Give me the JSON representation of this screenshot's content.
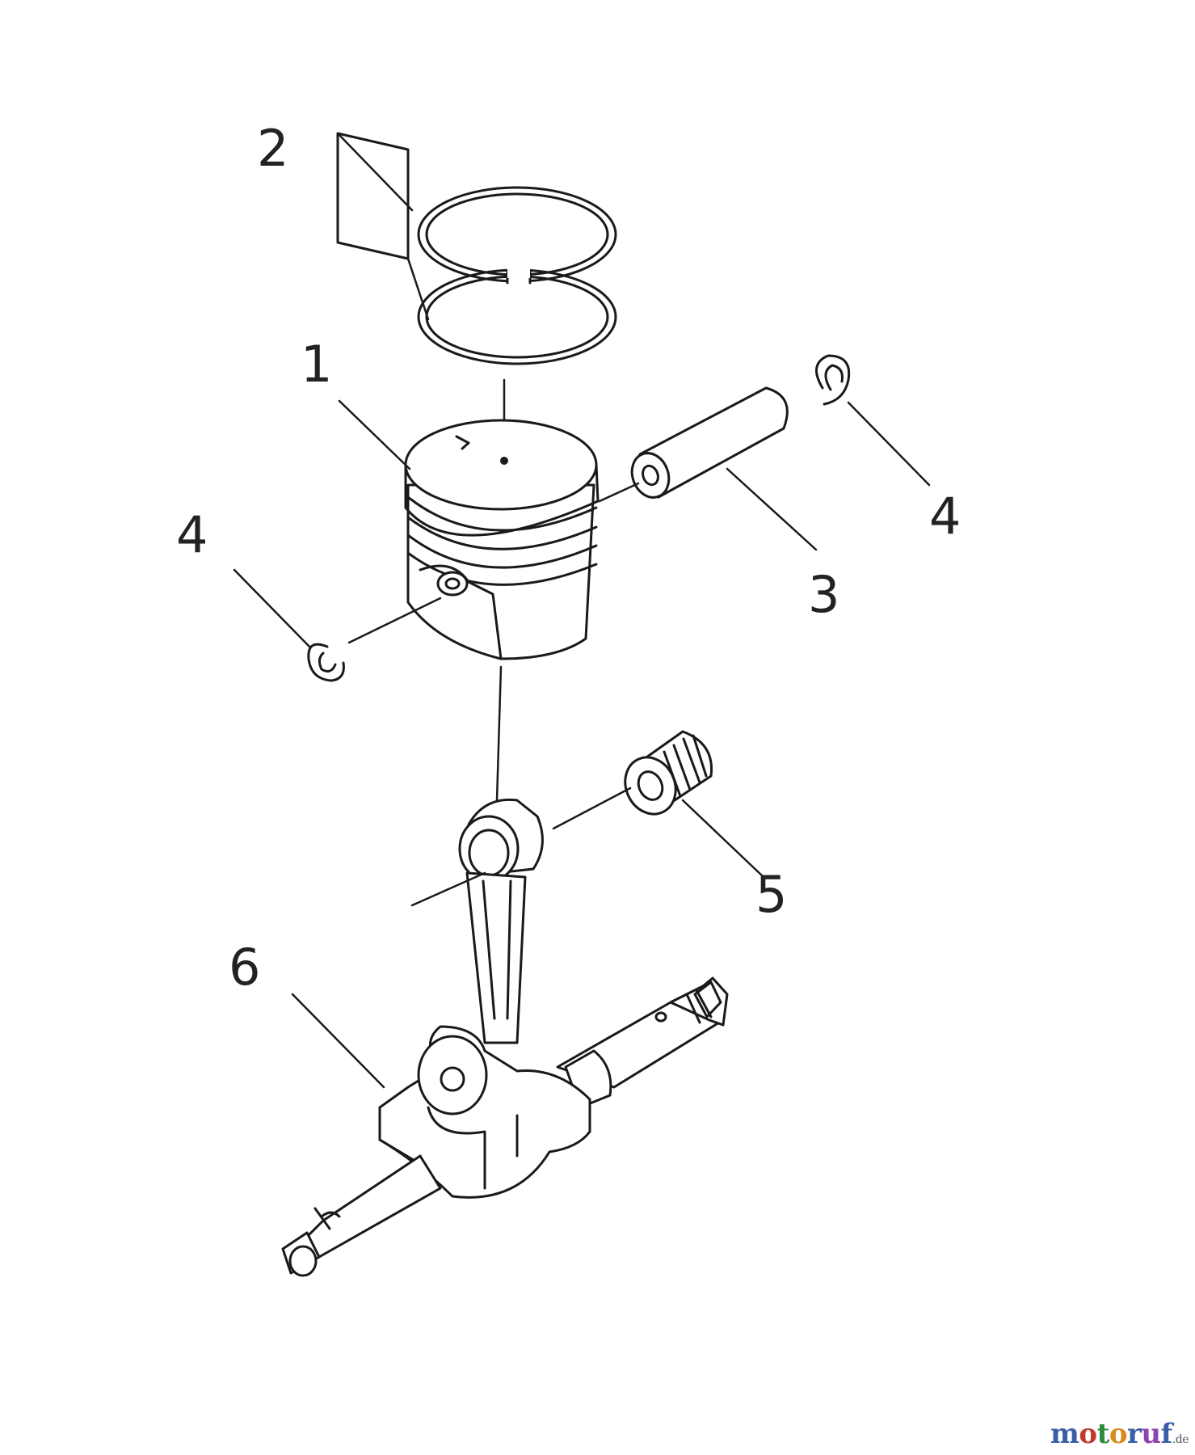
{
  "callouts": {
    "piston": "1",
    "piston_rings": "2",
    "piston_pin": "3",
    "circlip_left": "4",
    "circlip_right": "4",
    "needle_bearing": "5",
    "crankshaft": "6"
  },
  "watermark": {
    "letters": [
      "m",
      "o",
      "t",
      "o",
      "r",
      "u",
      "f"
    ],
    "letter_colors": [
      "#3a5fa8",
      "#c0392b",
      "#2e8b3d",
      "#d98a1a",
      "#3a5fa8",
      "#8e44ad",
      "#3a5fa8"
    ],
    "tld": ".de"
  }
}
